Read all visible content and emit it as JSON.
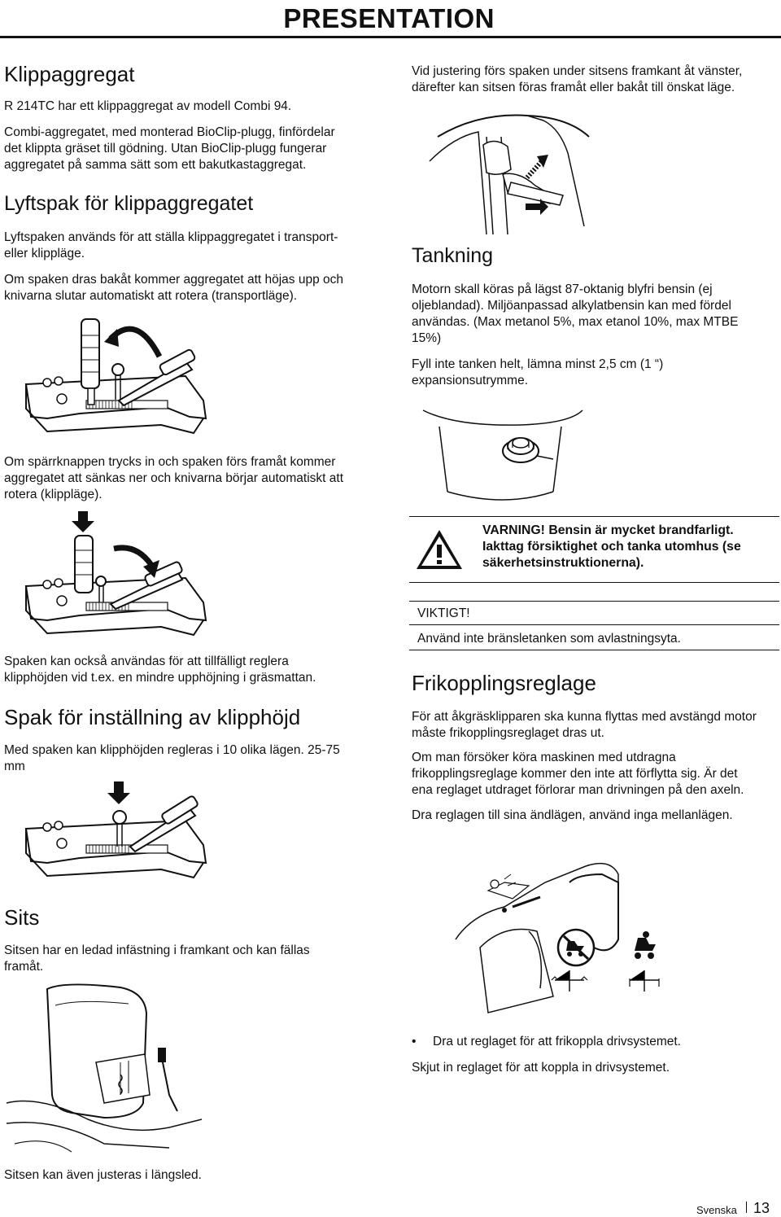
{
  "header": {
    "title": "PRESENTATION"
  },
  "left": {
    "klipp_heading": "Klippaggregat",
    "klipp_p1": "R 214TC har ett klippaggregat av modell Combi 94.",
    "klipp_p2_l1": "Combi-aggregatet, med monterad BioClip-plugg, finfördelar",
    "klipp_p2_l2": "det klippta gräset till gödning. Utan BioClip-plugg fungerar",
    "klipp_p2_l3": "aggregatet på samma sätt som ett bakutkastaggregat.",
    "lyft_heading": "Lyftspak för klippaggregatet",
    "lyft_p1_l1": "Lyftspaken används för att ställa klippaggregatet i transport-",
    "lyft_p1_l2": "eller klippläge.",
    "lyft_p2_l1": "Om spaken dras bakåt kommer aggregatet att höjas upp och",
    "lyft_p2_l2": "knivarna slutar automatiskt att rotera (transportläge).",
    "sparr_l1": "Om spärrknappen trycks in och spaken förs framåt kommer",
    "sparr_l2": "aggregatet att sänkas ner och knivarna börjar automatiskt att",
    "sparr_l3": "rotera (klippläge).",
    "spaken_l1": "Spaken kan också användas för att tillfälligt reglera",
    "spaken_l2": "klipphöjden vid t.ex. en mindre upphöjning i gräsmattan.",
    "spak_heading": "Spak för inställning av klipphöjd",
    "spak_p_l1": "Med spaken kan klipphöjden regleras i 10 olika lägen. 25-75",
    "spak_p_l2": "mm",
    "sits_heading": "Sits",
    "sits_p_l1": "Sitsen har en ledad infästning i framkant och kan fällas",
    "sits_p_l2": "framåt.",
    "sits_last": "Sitsen kan även justeras i längsled."
  },
  "right": {
    "just_l1": "Vid justering förs spaken under sitsens framkant åt vänster,",
    "just_l2": "därefter kan sitsen föras framåt eller bakåt till önskat läge.",
    "tank_heading": "Tankning",
    "tank_p1_l1": "Motorn skall köras på lägst 87-oktanig blyfri bensin (ej",
    "tank_p1_l2": "oljeblandad). Miljöanpassad alkylatbensin kan med fördel",
    "tank_p1_l3": "användas. (Max metanol 5%, max etanol 10%, max MTBE",
    "tank_p1_l4": "15%)",
    "tank_p2_l1": "Fyll inte tanken helt, lämna minst 2,5 cm (1 “)",
    "tank_p2_l2": "expansionsutrymme.",
    "warn_l1": "VARNING! Bensin är mycket brandfarligt.",
    "warn_l2": "Iakttag försiktighet och tanka utomhus (se",
    "warn_l3": "säkerhetsinstruktionerna).",
    "viktig_label": "VIKTIGT!",
    "viktig_text": "Använd inte bränsletanken som avlastningsyta.",
    "fri_heading": "Frikopplingsreglage",
    "fri_p1_l1": "För att åkgräsklipparen ska kunna flyttas med avstängd motor",
    "fri_p1_l2": "måste frikopplingsreglaget dras ut.",
    "fri_p2_l1": "Om man försöker köra maskinen med utdragna",
    "fri_p2_l2": "frikopplingsreglage kommer den inte att förflytta sig. Är det",
    "fri_p2_l3": "ena reglaget utdraget förlorar man drivningen på den axeln.",
    "fri_p3": "Dra reglagen till sina ändlägen, använd inga mellanlägen.",
    "bullet": "•",
    "bullet_text": "Dra ut reglaget för att frikoppla drivsystemet.",
    "skjut": "Skjut in reglaget för att koppla in drivsystemet."
  },
  "footer": {
    "lang": "Svenska",
    "page": "13"
  }
}
